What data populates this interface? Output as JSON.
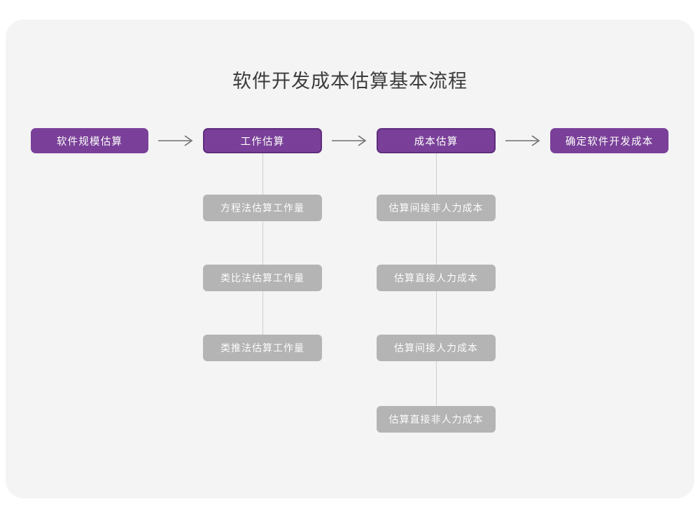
{
  "page": {
    "title": "软件开发成本估算基本流程",
    "background_color": "#ffffff",
    "card_color": "#f4f4f5",
    "title_color": "#3b3b3b"
  },
  "theme": {
    "primary_color": "#7a4099",
    "primary_border_color": "#5f2d7d",
    "secondary_color": "#b4b4b4",
    "connector_color": "#cfcfcf",
    "arrow_color": "#6e6e6e",
    "node_text_color": "#ffffff"
  },
  "chart_data": {
    "type": "diagram",
    "diagram_type": "flowchart",
    "title": "软件开发成本估算基本流程",
    "orientation": "left-to-right main flow with vertical sub-step branches",
    "main_flow": [
      {
        "id": "step1",
        "label": "软件规模估算",
        "style": "solid",
        "substeps": []
      },
      {
        "id": "step2",
        "label": "工作估算",
        "style": "bordered",
        "substeps": [
          "方程法估算工作量",
          "类比法估算工作量",
          "类推法估算工作量"
        ]
      },
      {
        "id": "step3",
        "label": "成本估算",
        "style": "bordered",
        "substeps": [
          "估算间接非人力成本",
          "估算直接人力成本",
          "估算间接人力成本",
          "估算直接非人力成本"
        ]
      },
      {
        "id": "step4",
        "label": "确定软件开发成本",
        "style": "solid",
        "substeps": []
      }
    ],
    "connectors": [
      {
        "from": "step1",
        "to": "step2",
        "kind": "arrow-right"
      },
      {
        "from": "step2",
        "to": "step3",
        "kind": "arrow-right"
      },
      {
        "from": "step3",
        "to": "step4",
        "kind": "arrow-right"
      },
      {
        "from": "step2",
        "to": "step2-substeps",
        "kind": "vertical-line"
      },
      {
        "from": "step3",
        "to": "step3-substeps",
        "kind": "vertical-line"
      }
    ]
  },
  "nodes": {
    "step1": "软件规模估算",
    "step2": "工作估算",
    "step3": "成本估算",
    "step4": "确定软件开发成本",
    "branch_a": [
      "方程法估算工作量",
      "类比法估算工作量",
      "类推法估算工作量"
    ],
    "branch_b": [
      "估算间接非人力成本",
      "估算直接人力成本",
      "估算间接人力成本",
      "估算直接非人力成本"
    ]
  },
  "icons": {
    "arrow_right": "arrow-right-icon"
  }
}
